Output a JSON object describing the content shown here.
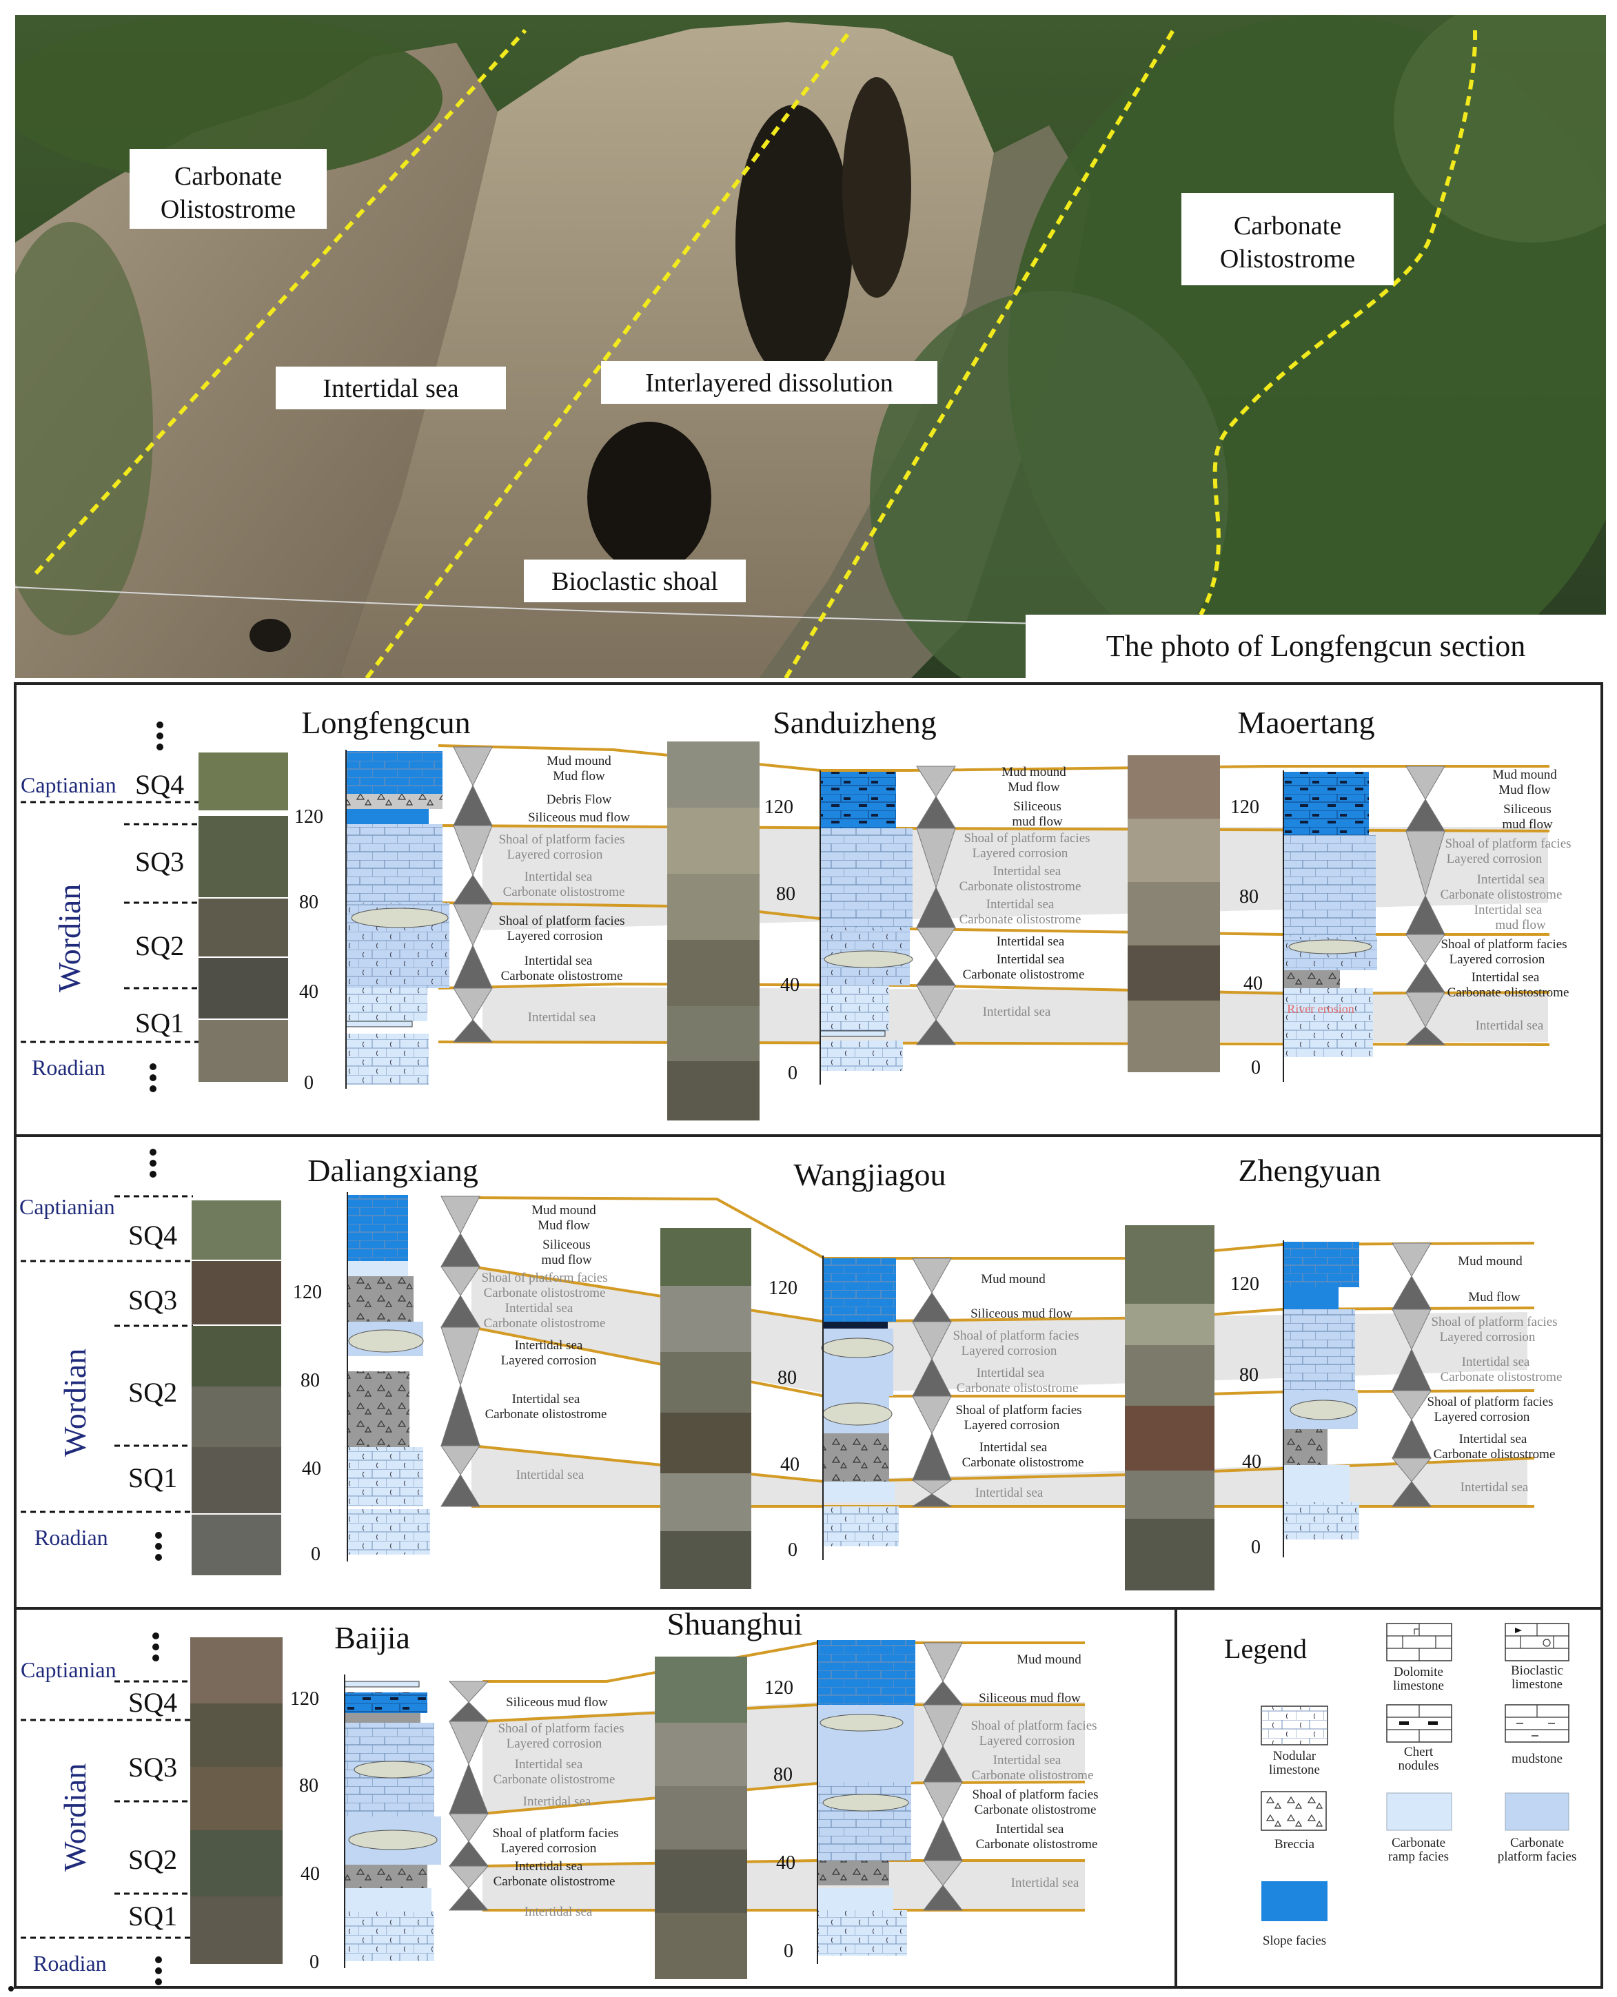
{
  "photo": {
    "labels": {
      "olistostrome_left": [
        "Carbonate",
        "Olistostrome"
      ],
      "olistostrome_right": [
        "Carbonate",
        "Olistostrome"
      ],
      "intertidal": "Intertidal sea",
      "dissolution": "Interlayered dissolution",
      "shoal": "Bioclastic shoal",
      "caption": "The photo of  Longfengcun section"
    },
    "line_color": "#f2ea1c"
  },
  "colors": {
    "slope": "#1f86e0",
    "ramp": "#d6e8fa",
    "platform": "#c0d6f2",
    "breccia": "#9a9a9a",
    "correlation": "#d39a24",
    "band": "#dcdcdc",
    "stage_text": "#1f2a7a"
  },
  "stages": {
    "captianian": "Captianian",
    "captianian_alt": "Captianian",
    "wordian": "Wordian",
    "roadian": "Roadian"
  },
  "sequences": [
    "SQ4",
    "SQ3",
    "SQ2",
    "SQ1"
  ],
  "scale": [
    "120",
    "80",
    "40",
    "0"
  ],
  "sections": {
    "longfengcun": {
      "name": "Longfengcun",
      "facies": [
        "Mud mound",
        "Mud flow",
        "Debris Flow",
        "Siliceous mud flow",
        "Shoal of platform facies",
        "Layered corrosion",
        "Intertidal sea",
        "Carbonate olistostrome",
        "Shoal of platform facies",
        "Layered corrosion",
        "Intertidal sea",
        "Carbonate olistostrome",
        "Intertidal sea"
      ]
    },
    "sanduizheng": {
      "name": "Sanduizheng",
      "facies": [
        "Mud mound",
        "Mud flow",
        "Siliceous",
        "mud flow",
        "Shoal of platform facies",
        "Layered corrosion",
        "Intertidal sea",
        "Carbonate olistostrome",
        "Intertidal sea",
        "Carbonate olistostrome",
        "Intertidal sea",
        "Intertidal sea",
        "Carbonate  olistostrome",
        "Intertidal sea"
      ]
    },
    "maoertang": {
      "name": "Maoertang",
      "facies": [
        "Mud mound",
        "Mud flow",
        "Siliceous",
        "mud flow",
        "Shoal of platform facies",
        "Layered corrosion",
        "Intertidal sea",
        "Carbonate olistostrome",
        "Intertidal sea",
        "mud flow",
        "Shoal of platform facies",
        "Layered corrosion",
        "Intertidal sea",
        "Carbonate  olistostrome",
        "Intertidal sea"
      ],
      "note": "River erosion"
    },
    "daliangxiang": {
      "name": "Daliangxiang",
      "facies": [
        "Mud mound",
        "Mud flow",
        "Siliceous",
        "mud flow",
        "Shoal of platform facies",
        "Carbonate olistostrome",
        "Intertidal sea",
        "Carbonate olistostrome",
        "Intertidal sea",
        "Layered corrosion",
        "Intertidal sea",
        "Carbonate olistostrome",
        "Intertidal sea"
      ]
    },
    "wangjiagou": {
      "name": "Wangjiagou",
      "facies": [
        "Mud mound",
        "Siliceous mud flow",
        "Shoal of platform facies",
        "Layered corrosion",
        "Intertidal sea",
        "Carbonate olistostrome",
        "Shoal of platform facies",
        "Layered corrosion",
        "Intertidal sea",
        "Carbonate olistostrome",
        "Intertidal sea"
      ]
    },
    "zhengyuan": {
      "name": "Zhengyuan",
      "facies": [
        "Mud mound",
        "Mud flow",
        "Shoal of platform facies",
        "Layered corrosion",
        "Intertidal sea",
        "Carbonate olistostrome",
        "Shoal of platform facies",
        "Layered corrosion",
        "Intertidal sea",
        "Carbonate olistostrome",
        "Intertidal sea"
      ]
    },
    "baijia": {
      "name": "Baijia",
      "facies": [
        "Siliceous mud flow",
        "Shoal of platform facies",
        "Layered corrosion",
        "Intertidal sea",
        "Carbonate olistostrome",
        "Intertidal sea",
        "Shoal of platform facies",
        "Layered corrosion",
        "Intertidal sea",
        "Carbonate olistostrome",
        "Intertidal sea"
      ]
    },
    "shuanghui": {
      "name": "Shuanghui",
      "facies": [
        "Mud mound",
        "Siliceous mud flow",
        "Shoal of platform facies",
        "Layered corrosion",
        "Intertidal sea",
        "Carbonate olistostrome",
        "Shoal of platform facies",
        "Carbonate olistostrome",
        "Intertidal sea",
        "Carbonate olistostrome",
        "Intertidal sea"
      ]
    }
  },
  "legend": {
    "title": "Legend",
    "items": [
      [
        "Dolomite",
        "limestone"
      ],
      [
        "Bioclastic",
        "limestone"
      ],
      [
        "Nodular",
        "limestone"
      ],
      [
        "Chert",
        "nodules"
      ],
      [
        "mudstone"
      ],
      [
        "Breccia"
      ],
      [
        "Carbonate",
        "ramp facies"
      ],
      [
        "Carbonate",
        "platform facies"
      ],
      [
        "Slope facies"
      ]
    ]
  }
}
